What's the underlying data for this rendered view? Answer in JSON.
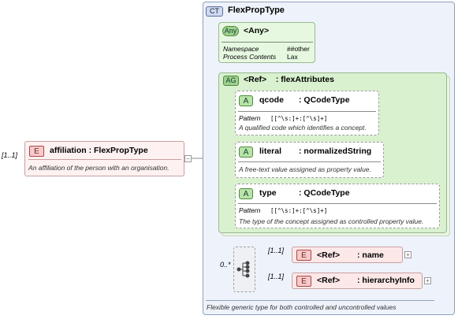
{
  "root": {
    "kind": "E",
    "cardinality": "[1..1]",
    "name": "affiliation",
    "type": ": FlexPropType",
    "description": "An affiliation of the person with an organisation."
  },
  "complex_type": {
    "kind": "CT",
    "name": "FlexPropType",
    "any": {
      "kind": "Any",
      "title": "<Any>",
      "namespace_label": "Namespace",
      "namespace_value": "##other",
      "process_label": "Process Contents",
      "process_value": "Lax"
    },
    "attribute_group": {
      "kind": "AG",
      "ref": "<Ref>",
      "name": ": flexAttributes",
      "attributes": [
        {
          "kind": "A",
          "name": "qcode",
          "type": ": QCodeType",
          "pattern_label": "Pattern",
          "pattern": "[[^\\s:]+:[^\\s]+]",
          "description": "A qualified code which identifies a concept."
        },
        {
          "kind": "A",
          "name": "literal",
          "type": ": normalizedString",
          "description": "A free-text value assigned as property value."
        },
        {
          "kind": "A",
          "name": "type",
          "type": ": QCodeType",
          "pattern_label": "Pattern",
          "pattern": "[[^\\s:]+:[^\\s]+]",
          "description": "The type of the concept assigned as controlled property value."
        }
      ]
    },
    "sequence": {
      "cardinality": "0..*",
      "elements": [
        {
          "kind": "E",
          "cardinality": "[1..1]",
          "ref": "<Ref>",
          "name": ": name"
        },
        {
          "kind": "E",
          "cardinality": "[1..1]",
          "ref": "<Ref>",
          "name": ": hierarchyInfo"
        }
      ]
    },
    "description": "Flexible generic type for both controlled and uncontrolled values"
  }
}
